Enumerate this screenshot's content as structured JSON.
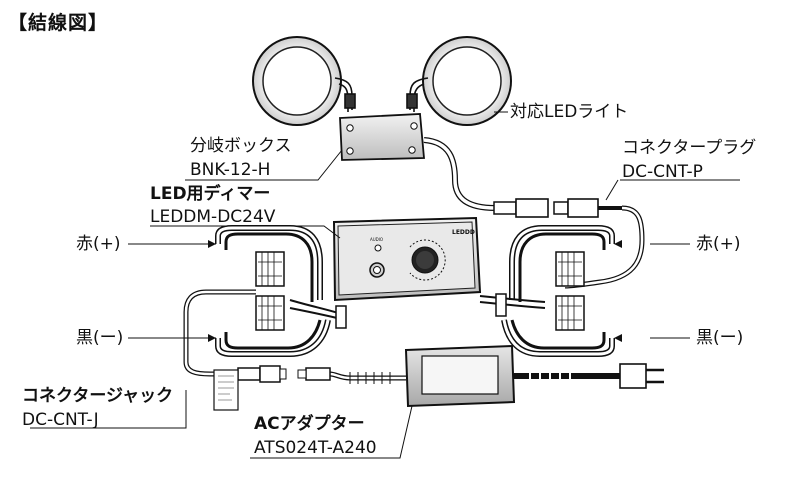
{
  "title": "【結線図】",
  "labels": {
    "led_light": "対応LEDライト",
    "branch_box_name": "分岐ボックス",
    "branch_box_model": "BNK-12-H",
    "dimmer_name": "LED用ディマー",
    "dimmer_model": "LEDDM-DC24V",
    "plug_name": "コネクタープラグ",
    "plug_model": "DC-CNT-P",
    "red_left": "赤(+)",
    "red_right": "赤(+)",
    "black_left": "黒(ー)",
    "black_right": "黒(ー)",
    "jack_name": "コネクタージャック",
    "jack_model": "DC-CNT-J",
    "adapter_name": "ACアダプター",
    "adapter_model": "ATS024T-A240"
  },
  "dimmer_face": {
    "brand": "LEDDD",
    "small_label": "AUDIO"
  }
}
